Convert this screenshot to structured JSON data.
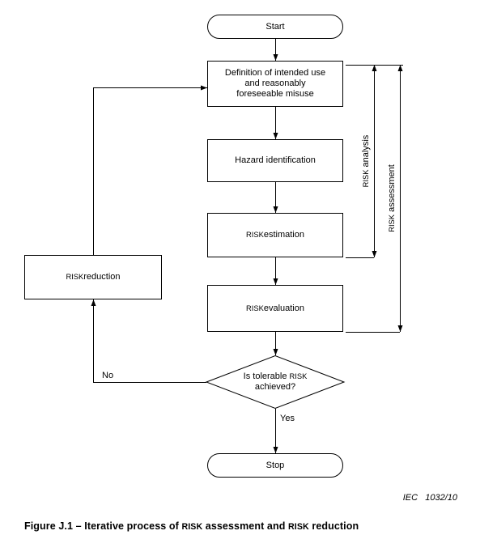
{
  "figure": {
    "nodes": {
      "start": "Start",
      "definition": "Definition of intended use and reasonably foreseeable misuse",
      "hazard": "Hazard identification",
      "estimation": "RISK estimation",
      "evaluation": "RISK evaluation",
      "decision": "Is tolerable RISK achieved?",
      "stop": "Stop",
      "reduction": "RISK reduction"
    },
    "edge_labels": {
      "yes": "Yes",
      "no": "No"
    },
    "brackets": {
      "analysis": "RISK analysis",
      "assessment": "RISK assessment"
    },
    "footnote": "IEC   1032/10",
    "caption": "Figure J.1 – Iterative process of RISK assessment and RISK reduction",
    "colors": {
      "ink": "#000000",
      "background": "#ffffff"
    }
  }
}
